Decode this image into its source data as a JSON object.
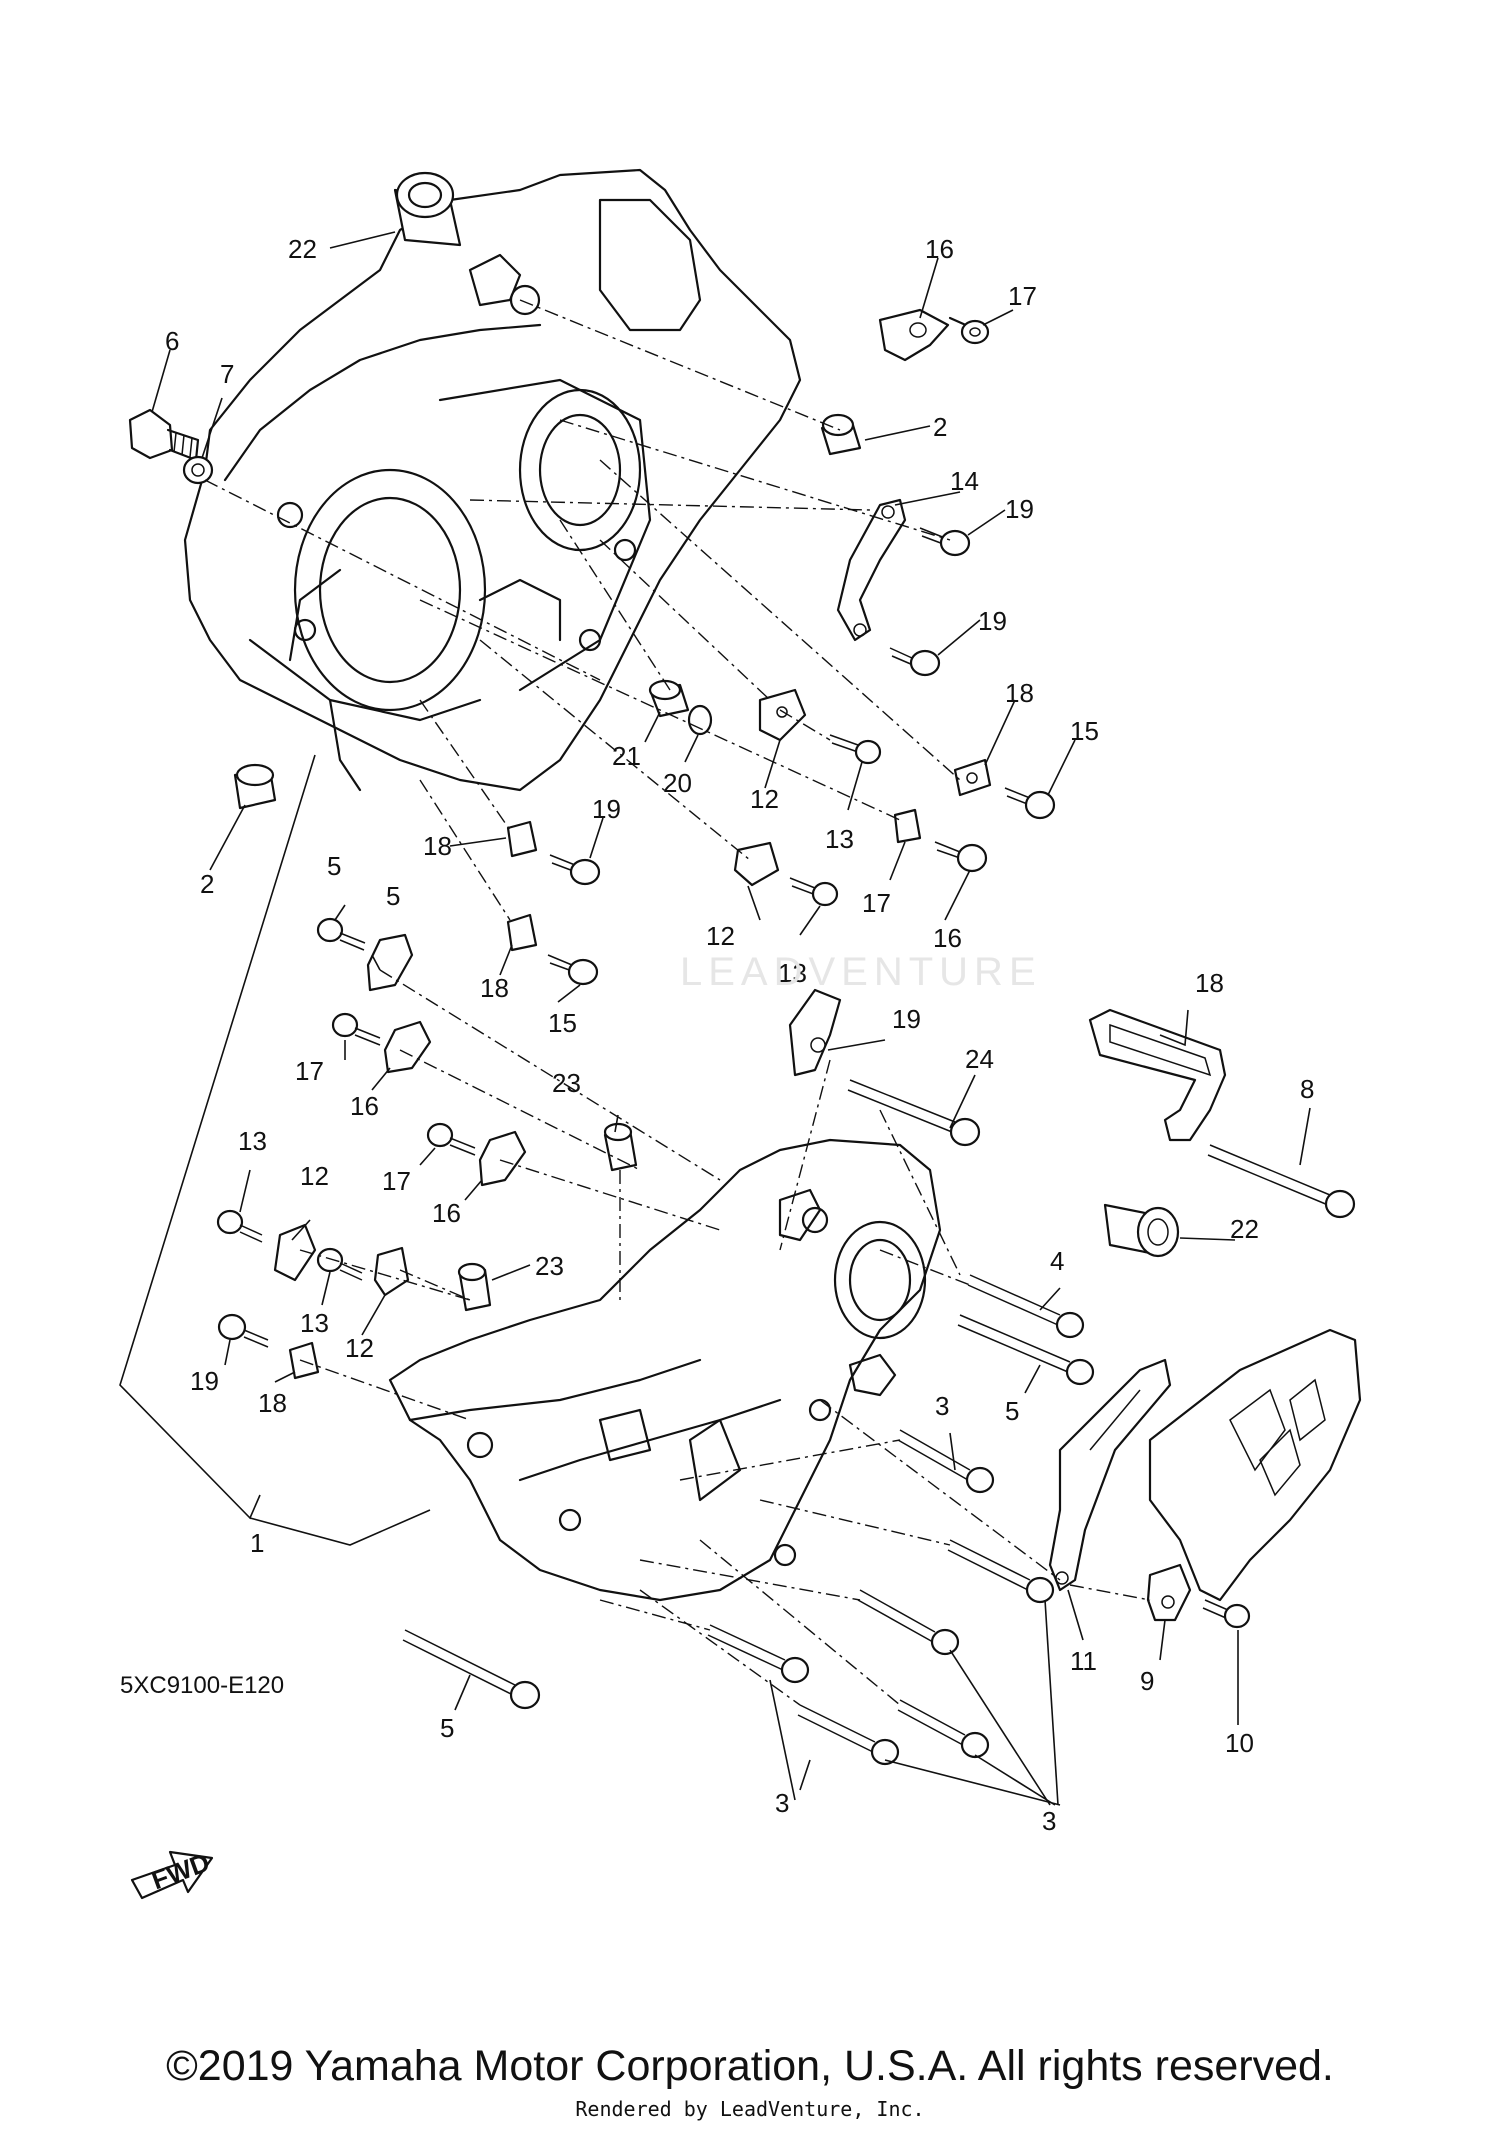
{
  "diagram": {
    "code": "5XC9100-E120",
    "fwd_label": "FWD",
    "copyright": "©2019 Yamaha Motor Corporation, U.S.A. All rights reserved.",
    "rendered_by": "Rendered by LeadVenture, Inc.",
    "watermark_text": "LEADVENTURE",
    "callouts": [
      "22",
      "16",
      "17",
      "6",
      "7",
      "2",
      "14",
      "19",
      "19",
      "18",
      "15",
      "21",
      "20",
      "12",
      "13",
      "2",
      "18",
      "19",
      "17",
      "16",
      "12",
      "13",
      "18",
      "15",
      "18",
      "19",
      "24",
      "8",
      "5",
      "5",
      "17",
      "16",
      "23",
      "17",
      "16",
      "22",
      "13",
      "12",
      "4",
      "23",
      "13",
      "12",
      "5",
      "19",
      "18",
      "3",
      "1",
      "11",
      "9",
      "10",
      "5",
      "3",
      "3"
    ]
  }
}
